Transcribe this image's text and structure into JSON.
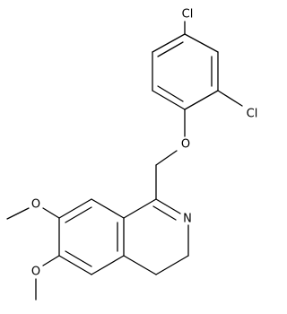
{
  "molecule": {
    "atoms": {
      "cl_top": "Cl",
      "cl_right": "Cl",
      "o_ether": "O",
      "n_ring": "N",
      "o_methoxy_upper": "O",
      "o_methoxy_lower": "O"
    }
  },
  "colors": {
    "bond": "#000000",
    "background": "#ffffff"
  }
}
